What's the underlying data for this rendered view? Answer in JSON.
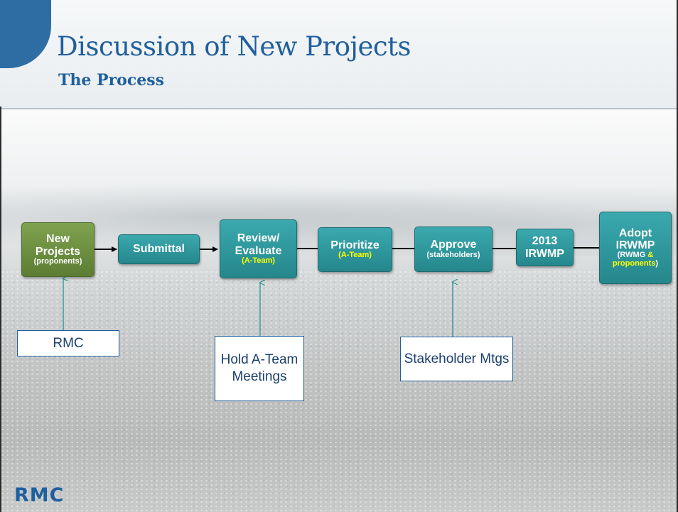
{
  "slide": {
    "title": "Discussion of New Projects",
    "subtitle": "The Process"
  },
  "flow": {
    "new_projects": {
      "line1": "New",
      "line2": "Projects",
      "sub": "(proponents)"
    },
    "submittal": {
      "label": "Submittal"
    },
    "review": {
      "line1": "Review/",
      "line2": "Evaluate",
      "sub": "(A-Team)"
    },
    "prioritize": {
      "label": "Prioritize",
      "sub": "(A-Team)"
    },
    "approve": {
      "label": "Approve",
      "sub": "(stakeholders)"
    },
    "irwmp_2013": {
      "line1": "2013",
      "line2": "IRWMP"
    },
    "adopt": {
      "line1": "Adopt",
      "line2": "IRWMP",
      "sub_open": "(RWMG ",
      "sub_amp": "&",
      "sub_proponents": "proponents",
      "sub_close": ")"
    }
  },
  "notes": {
    "rmc": "RMC",
    "ateam": "Hold A-Team Meetings",
    "stakeholder": "Stakeholder Mtgs"
  },
  "logo": {
    "text": "RMC"
  },
  "colors": {
    "title": "#1f5f9e",
    "teal_box": "#2e9a9f",
    "green_box": "#6f9142",
    "highlight_text": "#ffff00"
  }
}
